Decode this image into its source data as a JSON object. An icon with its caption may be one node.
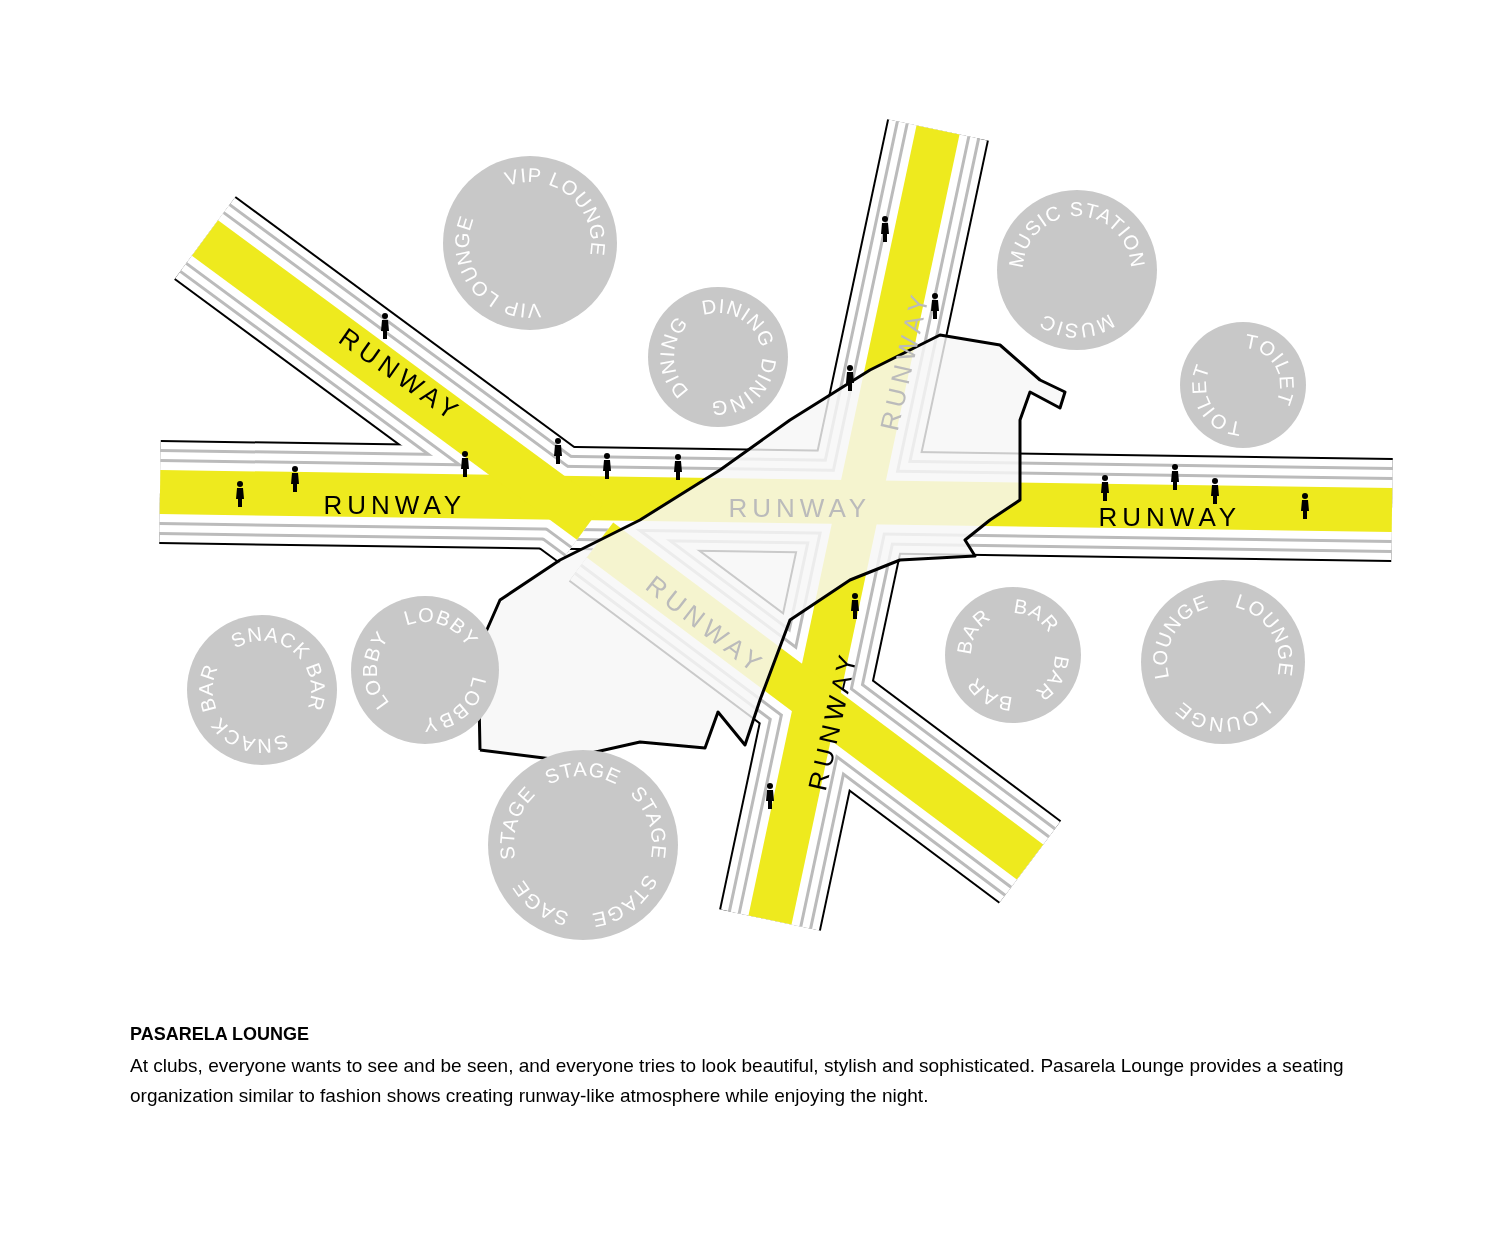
{
  "diagram": {
    "title": "PASARELA LOUNGE",
    "caption": "At clubs, everyone wants to see and be seen, and everyone tries to look beautiful, stylish and sophisticated. Pasarela Lounge provides a seating organization similar to fashion shows creating runway-like atmosphere while enjoying the night.",
    "nodes": [
      {
        "text": [
          "VIP LOUNGE",
          "VIP LOUNGE"
        ]
      },
      {
        "text": [
          "DINING",
          "DINING",
          "DINING"
        ]
      },
      {
        "text": [
          "MUSIC STATION",
          "MUSIC"
        ]
      },
      {
        "text": [
          "TOILET",
          "TOILET"
        ]
      },
      {
        "text": [
          "SNACK BAR",
          "SNACK BAR"
        ]
      },
      {
        "text": [
          "LOBBY",
          "LOBBY",
          "LOBBY"
        ]
      },
      {
        "text": [
          "STAGE",
          "STAGE",
          "STAGE",
          "SAGE",
          "STAGE"
        ]
      },
      {
        "text": [
          "BAR",
          "BAR",
          "BAR",
          "BAR"
        ]
      },
      {
        "text": [
          "LOUNGE",
          "LOUNGE",
          "LOUNGE"
        ]
      }
    ],
    "labels": [
      "RUNWAY",
      "RUNWAY",
      "RUNWAY",
      "RUNWAY",
      "RUNWAY",
      "RUNWAY",
      "RUNWAY"
    ]
  }
}
